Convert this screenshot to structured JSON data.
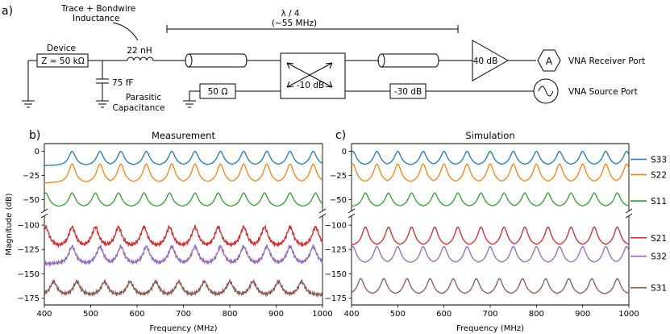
{
  "panel_labels": {
    "a": "a)",
    "b": "b)",
    "c": "c)"
  },
  "circuit": {
    "trace_label_1": "Trace + Bondwire",
    "trace_label_2": "Inductance",
    "lambda_label_1": "λ / 4",
    "lambda_label_2": "(~55 MHz)",
    "device_label": "Device",
    "device_impedance": "Z ≈ 50 kΩ",
    "inductor_value": "22 nH",
    "capacitor_value": "75 fF",
    "parasitic_label_1": "Parasitic",
    "parasitic_label_2": "Capacitance",
    "coupler_value": "-10 dB",
    "termination_value": "50 Ω",
    "attenuator_value": "-30 dB",
    "amplifier_value": "40 dB",
    "receiver_symbol": "A",
    "receiver_label": "VNA Receiver Port",
    "source_label": "VNA Source Port"
  },
  "chart_data": [
    {
      "type": "line",
      "title": "Measurement",
      "xlabel": "Frequency (MHz)",
      "ylabel": "Magnitude (dB)",
      "xlim": [
        400,
        1000
      ],
      "xticks": [
        400,
        500,
        600,
        700,
        800,
        900,
        1000
      ],
      "yticks_upper": [
        0,
        -25,
        -50
      ],
      "yticks_lower": [
        -100,
        -125,
        -150,
        -175
      ],
      "broken_y_axis": true,
      "series": [
        {
          "name": "S33",
          "color": "#1f77b4",
          "baseline": -15,
          "peak": 0,
          "peak_x": [
            460,
            520,
            565,
            620,
            675,
            725,
            780,
            830,
            880,
            930,
            980
          ]
        },
        {
          "name": "S22",
          "color": "#ff7f0e",
          "baseline": -33,
          "peak": -13,
          "peak_x": [
            460,
            520,
            565,
            620,
            675,
            725,
            780,
            830,
            880,
            930,
            980
          ]
        },
        {
          "name": "S11",
          "color": "#2ca02c",
          "baseline": -58,
          "peak": -43,
          "peak_x": [
            403,
            460,
            510,
            560,
            615,
            670,
            725,
            775,
            830,
            875,
            930,
            985
          ]
        },
        {
          "name": "S21",
          "color": "#d62728",
          "baseline": -122,
          "peak": -102,
          "peak_x": [
            403,
            460,
            510,
            560,
            615,
            670,
            725,
            775,
            830,
            875,
            930,
            985
          ]
        },
        {
          "name": "S32",
          "color": "#9467bd",
          "baseline": -140,
          "peak": -122,
          "peak_x": [
            460,
            520,
            565,
            620,
            675,
            725,
            780,
            830,
            880,
            930,
            980
          ]
        },
        {
          "name": "S31",
          "color": "#8c564b",
          "baseline": -172,
          "peak": -158,
          "peak_x": [
            420,
            470,
            530,
            585,
            640,
            690,
            745,
            800,
            850,
            905,
            955
          ]
        }
      ]
    },
    {
      "type": "line",
      "title": "Simulation",
      "xlabel": "Frequency (MHz)",
      "xlim": [
        400,
        1000
      ],
      "xticks": [
        400,
        500,
        600,
        700,
        800,
        900,
        1000
      ],
      "yticks_upper": [
        0,
        -25,
        -50
      ],
      "yticks_lower": [
        -100,
        -125,
        -150,
        -175
      ],
      "broken_y_axis": true,
      "series": [
        {
          "name": "S33",
          "color": "#1f77b4",
          "baseline": -15,
          "peak": 0,
          "peak_x": [
            403,
            455,
            500,
            555,
            600,
            650,
            700,
            750,
            800,
            850,
            900,
            950,
            995
          ]
        },
        {
          "name": "S22",
          "color": "#ff7f0e",
          "baseline": -33,
          "peak": -13,
          "peak_x": [
            403,
            455,
            500,
            555,
            600,
            650,
            700,
            750,
            800,
            850,
            900,
            950,
            995
          ]
        },
        {
          "name": "S11",
          "color": "#2ca02c",
          "baseline": -58,
          "peak": -43,
          "peak_x": [
            430,
            480,
            530,
            580,
            630,
            680,
            730,
            775,
            825,
            875,
            925,
            975
          ]
        },
        {
          "name": "S21",
          "color": "#d62728",
          "baseline": -122,
          "peak": -102,
          "peak_x": [
            430,
            480,
            530,
            580,
            630,
            680,
            730,
            775,
            825,
            875,
            925,
            975
          ]
        },
        {
          "name": "S32",
          "color": "#9467bd",
          "baseline": -140,
          "peak": -122,
          "peak_x": [
            403,
            455,
            500,
            555,
            600,
            650,
            700,
            750,
            800,
            850,
            900,
            950,
            995
          ]
        },
        {
          "name": "S31",
          "color": "#8c564b",
          "baseline": -172,
          "peak": -155,
          "peak_x": [
            420,
            470,
            520,
            570,
            620,
            670,
            720,
            770,
            820,
            870,
            920,
            975
          ]
        }
      ]
    }
  ]
}
